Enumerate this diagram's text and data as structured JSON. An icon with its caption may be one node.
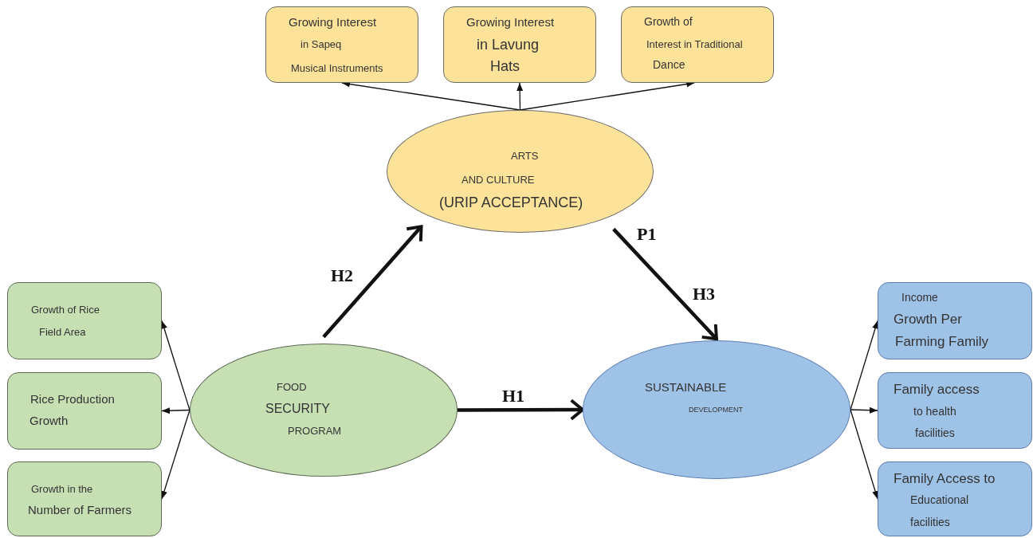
{
  "diagram": {
    "nodes": [
      {
        "text": [
          "ARTS",
          "AND CULTURE",
          "(URIP ACCEPTANCE)"
        ]
      },
      {
        "text": [
          "Growing Interest",
          "in Sapeq",
          "Musical Instruments"
        ]
      },
      {
        "text": [
          "Growing Interest",
          "in Lavung",
          "Hats"
        ]
      },
      {
        "text": [
          "Growth of",
          "Interest in Traditional",
          "Dance"
        ]
      },
      {
        "text": [
          "FOOD",
          "SECURITY",
          "PROGRAM"
        ]
      },
      {
        "text": [
          "Growth of Rice",
          "Field Area"
        ]
      },
      {
        "text": [
          "Rice Production",
          "Growth"
        ]
      },
      {
        "text": [
          "Growth in the",
          "Number of Farmers"
        ]
      },
      {
        "text": [
          "SUSTAINABLE",
          "DEVELOPMENT"
        ]
      },
      {
        "text": [
          "Income",
          "Growth Per",
          "Farming Family"
        ]
      },
      {
        "text": [
          "Family access",
          "to health",
          "facilities"
        ]
      },
      {
        "text": [
          "Family Access to",
          "Educational",
          "facilities"
        ]
      }
    ],
    "edges": [
      {
        "from": 0,
        "to": 1,
        "arrow": "to"
      },
      {
        "from": 0,
        "to": 2,
        "arrow": "to"
      },
      {
        "from": 0,
        "to": 3,
        "arrow": "to"
      },
      {
        "from": 4,
        "to": 0,
        "arrow": "to",
        "label": "H2",
        "style": "thick"
      },
      {
        "from": 0,
        "to": 8,
        "arrow": "to",
        "label": "H3",
        "style": "thick"
      },
      {
        "from": 4,
        "to": 8,
        "arrow": "to",
        "label": "H1",
        "style": "thick"
      },
      {
        "from": 4,
        "to": 5,
        "arrow": "to"
      },
      {
        "from": 4,
        "to": 6,
        "arrow": "to"
      },
      {
        "from": 4,
        "to": 7,
        "arrow": "to"
      },
      {
        "from": 8,
        "to": 9,
        "arrow": "to"
      },
      {
        "from": 8,
        "to": 10,
        "arrow": "to"
      },
      {
        "from": 8,
        "to": 11,
        "arrow": "to"
      }
    ],
    "labels": [
      "P1"
    ]
  }
}
